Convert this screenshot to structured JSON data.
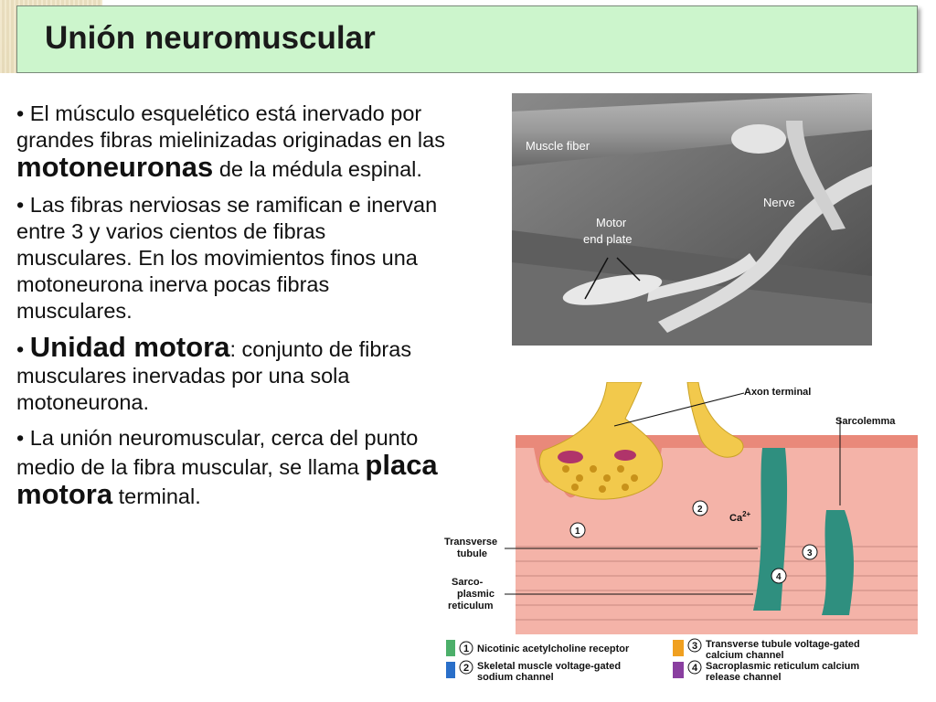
{
  "title": "Unión neuromuscular",
  "bullets": {
    "b1": {
      "pre": "El músculo esquelético está inervado por grandes fibras mielinizadas originadas en las ",
      "bold": "motoneuronas",
      "post": " de la médula espinal."
    },
    "b2": {
      "text": "Las fibras nerviosas se ramifican e inervan entre 3 y varios cientos de fibras musculares. En los movimientos finos una motoneurona inerva pocas fibras musculares."
    },
    "b3": {
      "bold": "Unidad motora",
      "post": ": conjunto de fibras musculares inervadas por una sola motoneurona."
    },
    "b4": {
      "pre": "La unión neuromuscular, cerca del punto medio de la fibra muscular, se llama ",
      "bold": "placa motora",
      "post": " terminal."
    }
  },
  "micrograph": {
    "muscle_fiber": "Muscle fiber",
    "nerve": "Nerve",
    "motor_end_plate_1": "Motor",
    "motor_end_plate_2": "end plate"
  },
  "diagram": {
    "axon_terminal": "Axon terminal",
    "sarcolemma": "Sarcolemma",
    "ca": "Ca",
    "ca_sup": "2+",
    "transverse_tubule_1": "Transverse",
    "transverse_tubule_2": "tubule",
    "sr_1": "Sarco-",
    "sr_2": "plasmic",
    "sr_3": "reticulum",
    "legend": {
      "l1": "Nicotinic acetylcholine receptor",
      "l2a": "Skeletal muscle voltage-gated",
      "l2b": "sodium channel",
      "l3a": "Transverse tubule voltage-gated",
      "l3b": "calcium channel",
      "l4a": "Sacroplasmic reticulum calcium",
      "l4b": "release channel"
    },
    "num": {
      "n1": "1",
      "n2": "2",
      "n3": "3",
      "n4": "4"
    }
  },
  "colors": {
    "title_bg": "#ccf5cc",
    "axon": "#f2c94c",
    "muscle": "#e9897a",
    "t_tubule": "#2f8f7f"
  }
}
